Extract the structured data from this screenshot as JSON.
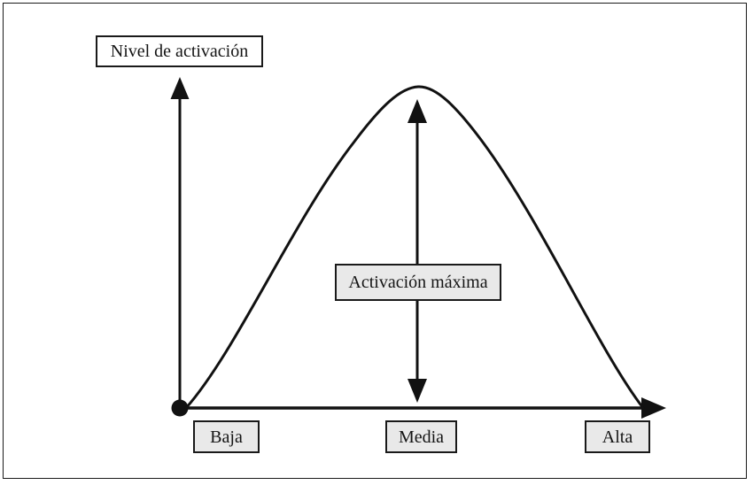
{
  "figure": {
    "title_box": "Nivel de activación",
    "peak_box": "Activación máxima",
    "categories": [
      "Baja",
      "Media",
      "Alta"
    ],
    "colors": {
      "stroke": "#1a1a1a",
      "box_fill_gray": "#e9e9e9",
      "box_fill_white": "#ffffff",
      "background": "#ffffff"
    }
  },
  "chart_data": {
    "type": "line",
    "title": "",
    "subtitle": "",
    "xlabel": "",
    "ylabel": "Nivel de activación",
    "categories": [
      "Baja",
      "Media",
      "Alta"
    ],
    "x": [
      0,
      1,
      2,
      3,
      4,
      5,
      6,
      7,
      8,
      9,
      10
    ],
    "series": [
      {
        "name": "Nivel de activación",
        "values": [
          0,
          37,
          66,
          86,
          98,
          100,
          96,
          85,
          66,
          38,
          0
        ]
      }
    ],
    "xlim": [
      0,
      10
    ],
    "ylim": [
      0,
      100
    ],
    "grid": false,
    "legend": "none",
    "annotations": [
      {
        "text": "Activación máxima",
        "x": 5,
        "y": 50,
        "marker": "double-headed-vertical-arrow",
        "arrow_from_y": 0,
        "arrow_to_y": 100
      },
      {
        "text": "Nivel de activación",
        "marker": "y-axis-arrow-label"
      },
      {
        "text": "Baja",
        "x": 0.5,
        "y": 0
      },
      {
        "text": "Media",
        "x": 5,
        "y": 0
      },
      {
        "text": "Alta",
        "x": 9.5,
        "y": 0
      }
    ],
    "origin_marker": "filled-circle"
  }
}
